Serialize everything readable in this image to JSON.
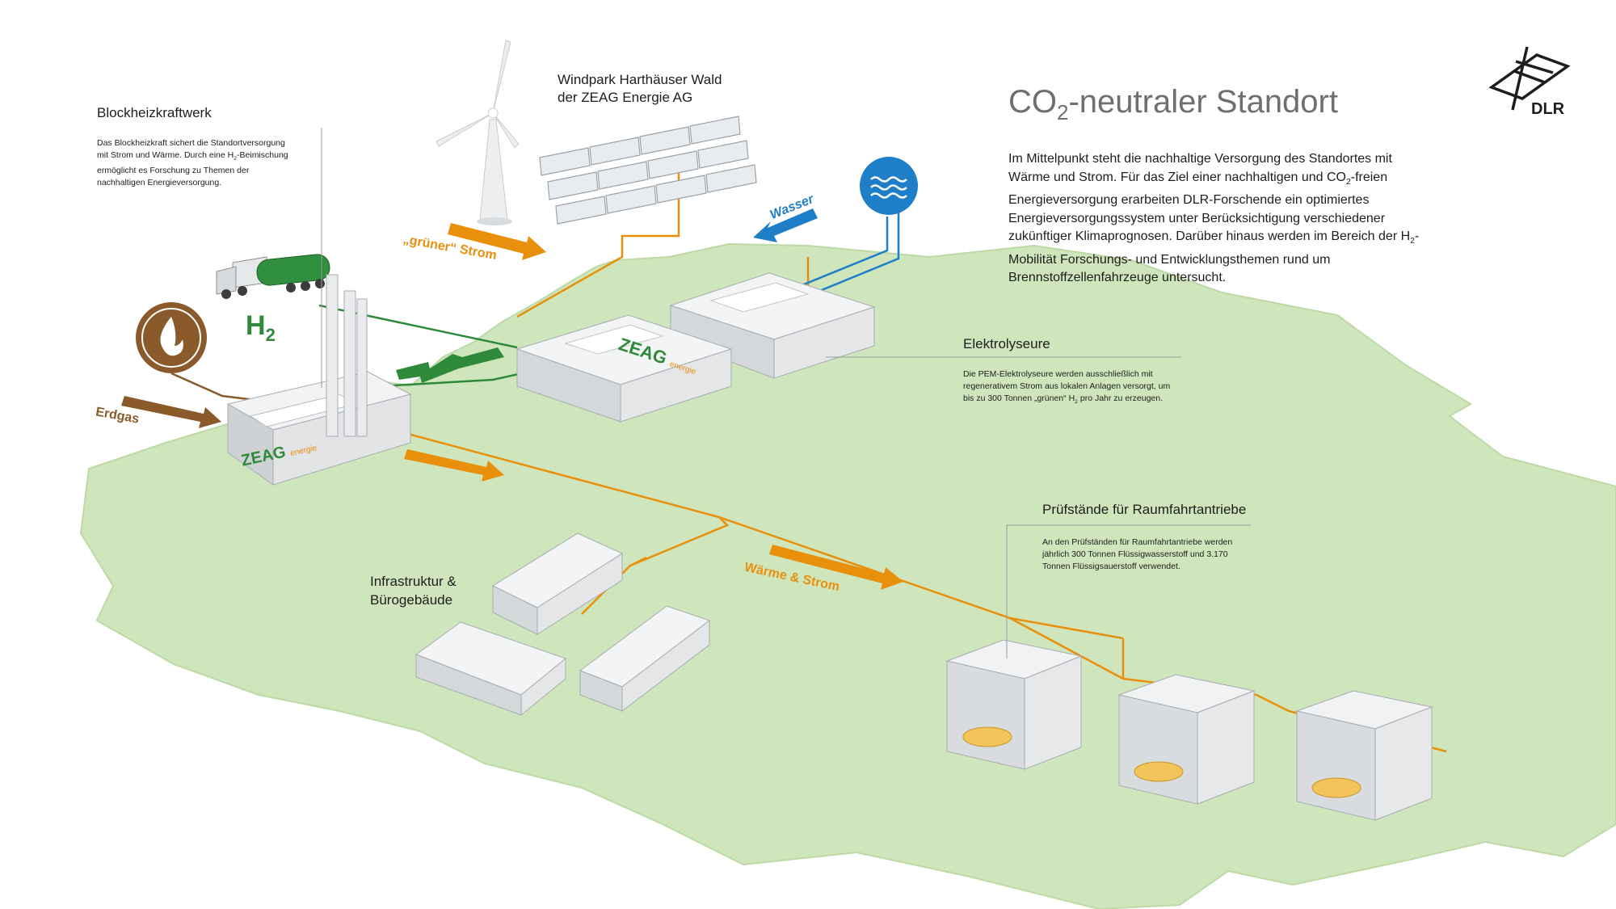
{
  "title": {
    "pre": "CO",
    "sub": "2",
    "post": "-neutraler Standort"
  },
  "intro": {
    "p1": "Im Mittelpunkt steht die nachhaltige Versorgung des Standortes mit Wärme und Strom. Für das Ziel einer nachhaltigen und CO",
    "sub": "2",
    "p2": "-freien Energieversorgung erarbeiten DLR-Forschende ein optimiertes Energieversorgungssystem unter Berücksichtigung verschiedener zukünftiger Klimaprognosen. Darüber hinaus werden im Bereich der H",
    "sub2": "2",
    "p3": "-Mobilität Forschungs- und Entwicklungsthemen rund um Brennstoffzellenfahrzeuge untersucht."
  },
  "logo": {
    "text": "DLR"
  },
  "wind": {
    "line1": "Windpark Harthäuser Wald",
    "line2": "der ZEAG Energie AG"
  },
  "bhkw": {
    "title": "Blockheizkraftwerk",
    "d1": "Das Blockheizkraft sichert die Standortversorgung mit Strom und Wärme. Durch eine H",
    "dsub": "2",
    "d2": "-Beimischung ermöglicht es Forschung zu Themen der nachhaltigen Energieversorgung."
  },
  "elektro": {
    "title": "Elektrolyseure",
    "d1": "Die PEM-Elektrolyseure werden ausschließlich mit regenerativem Strom aus lokalen Anlagen versorgt, um bis zu 300 Tonnen „grünen“ H",
    "dsub": "2",
    "d2": " pro Jahr zu erzeugen."
  },
  "pruef": {
    "title": "Prüfstände für Raumfahrtantriebe",
    "desc": "An den Prüfständen für Raumfahrtantriebe werden jährlich 300 Tonnen Flüssigwasserstoff und 3.170 Tonnen Flüssigsauerstoff verwendet."
  },
  "infra": {
    "line1": "Infrastruktur &",
    "line2": "Bürogebäude"
  },
  "flows": {
    "strom": "„grüner“ Strom",
    "wasser": "Wasser",
    "h2": "H",
    "h2sub": "2",
    "erdgas": "Erdgas",
    "waerme": "Wärme & Strom"
  },
  "brand": {
    "zeag": "ZEAG",
    "energie": "energie"
  },
  "colors": {
    "land": "#cfe6bd",
    "landEdge": "#b7d6a1",
    "orange": "#e8900c",
    "green": "#2e8a3a",
    "blue": "#1f7ec8",
    "brown": "#8a5a2b",
    "gray": "#6f6f6e"
  }
}
